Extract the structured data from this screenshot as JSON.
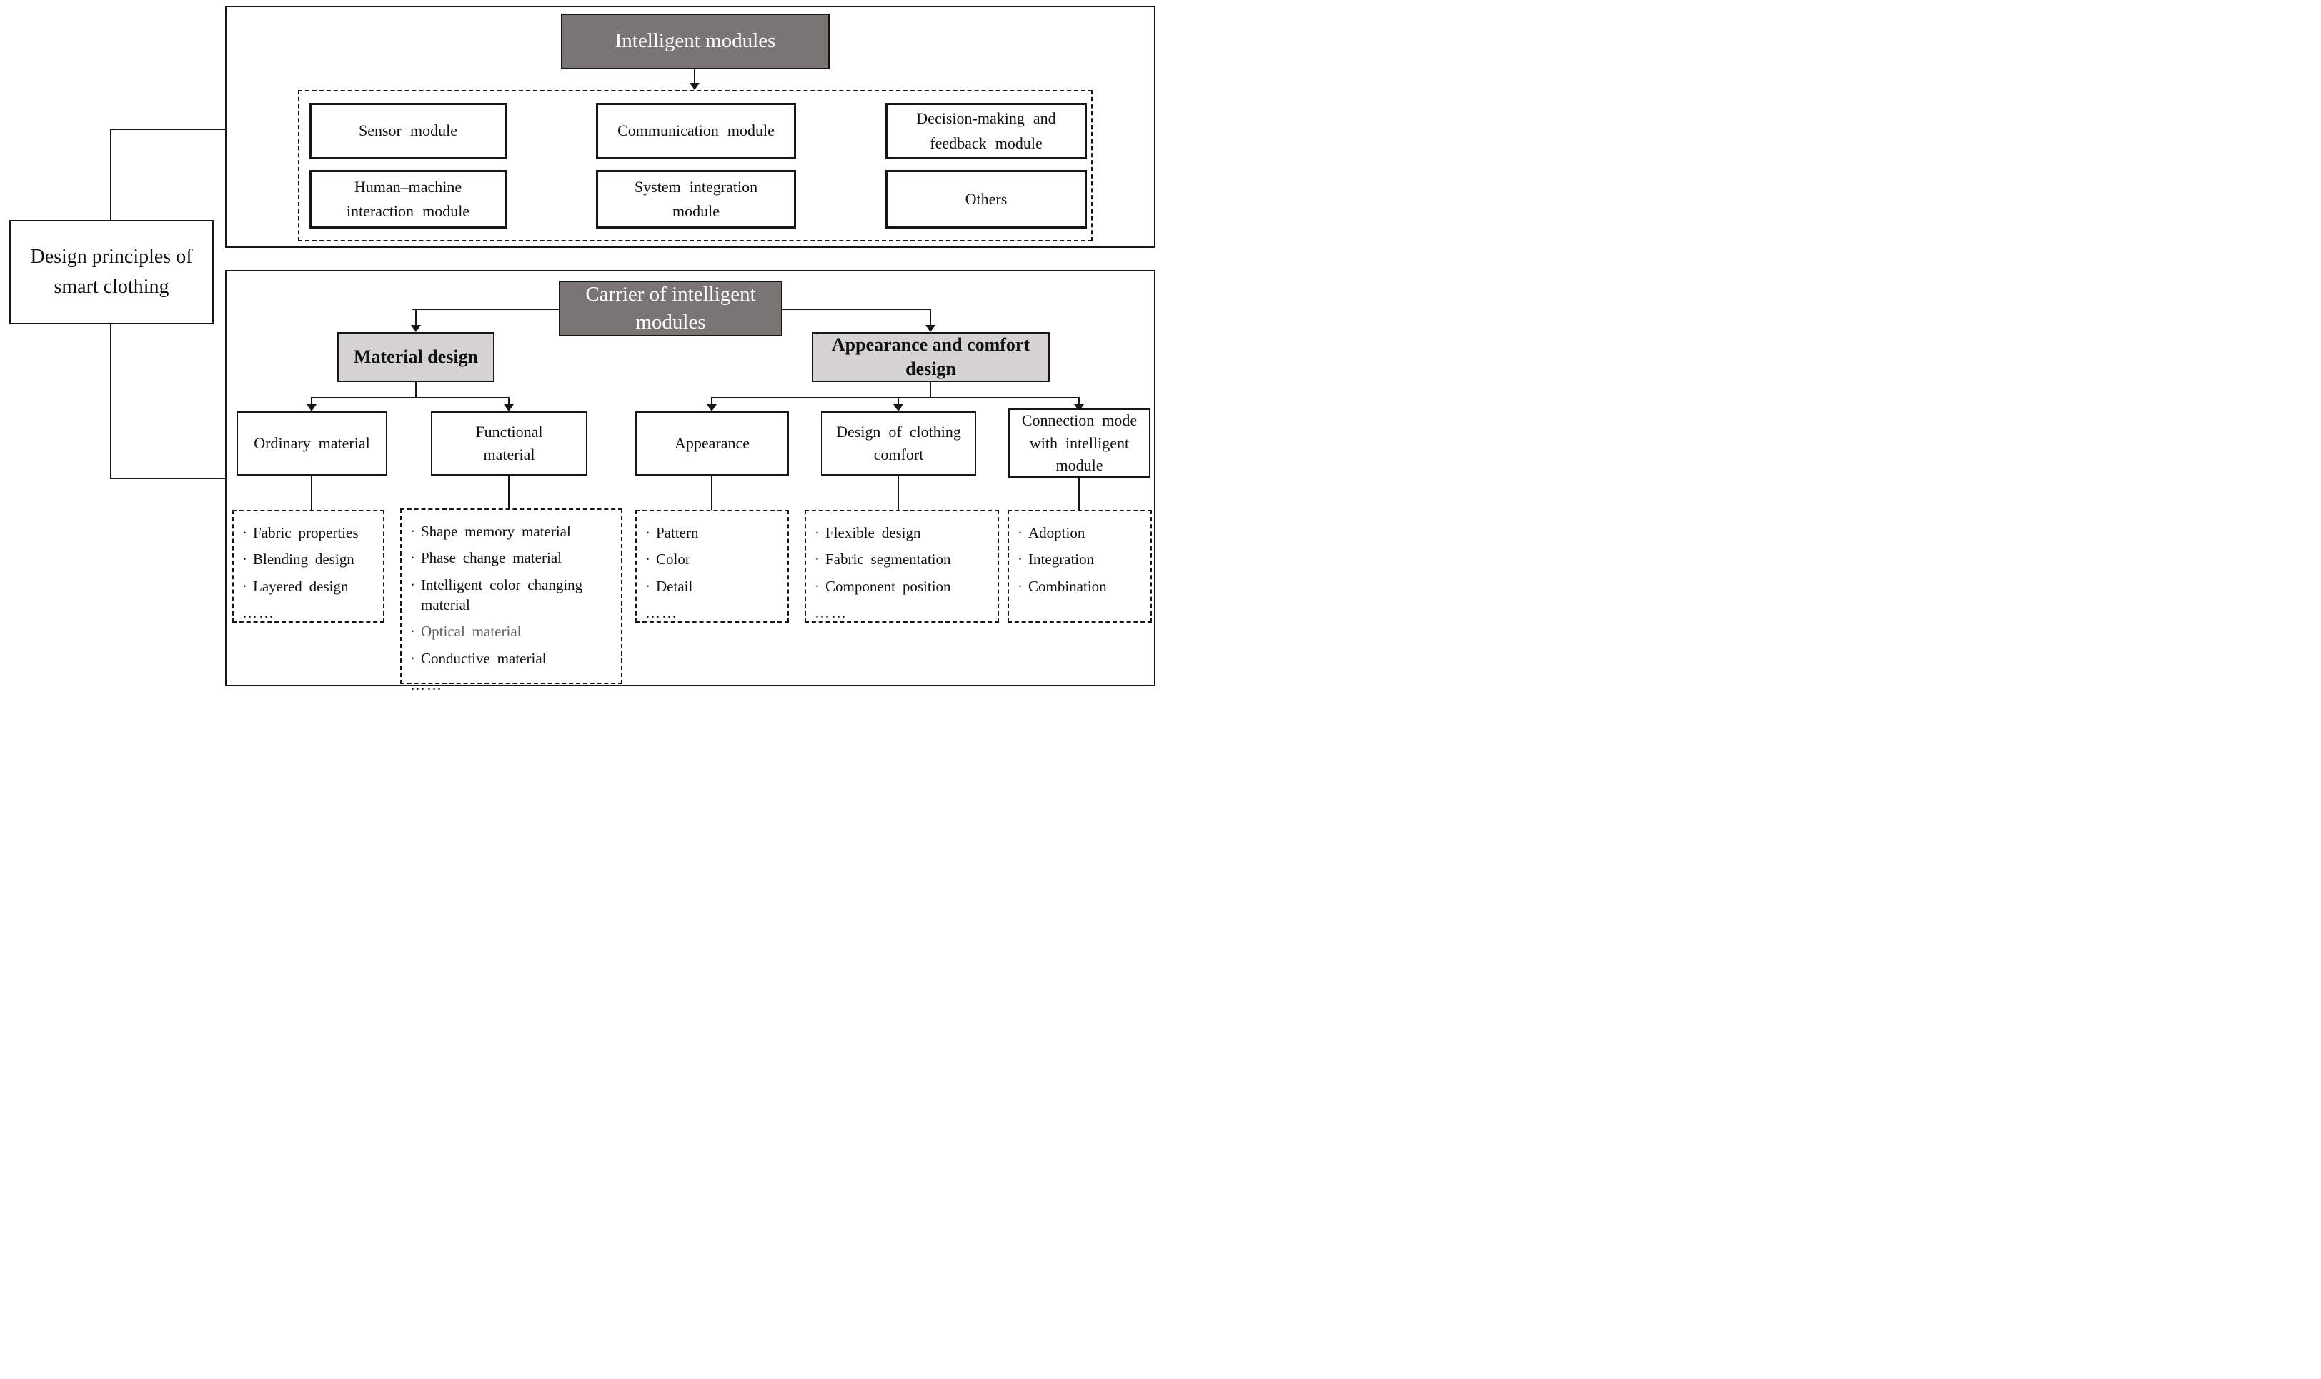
{
  "colors": {
    "dark-fill": "#7a7472",
    "light-fill": "#d4d2d2",
    "line": "#161616",
    "muted": "#5f5f5f"
  },
  "bullet_char": "·",
  "root": {
    "label": "Design principles of smart clothing"
  },
  "modules_section": {
    "title": "Intelligent modules",
    "modules": [
      {
        "label": "Sensor module"
      },
      {
        "label": "Communication module"
      },
      {
        "label": "Decision-making and feedback module"
      },
      {
        "label": "Human–machine interaction module"
      },
      {
        "label": "System integration module"
      },
      {
        "label": "Others"
      }
    ]
  },
  "carrier_section": {
    "title": "Carrier of intelligent modules",
    "branches": [
      {
        "label": "Material design",
        "children": [
          {
            "label": "Ordinary material",
            "items": [
              "Fabric properties",
              "Blending design",
              "Layered design"
            ],
            "ellipsis": "……"
          },
          {
            "label": "Functional material",
            "items": [
              "Shape memory material",
              "Phase change material",
              "Intelligent color changing material",
              "Optical material",
              "Conductive material"
            ],
            "ellipsis": "……"
          }
        ]
      },
      {
        "label": "Appearance and comfort design",
        "children": [
          {
            "label": "Appearance",
            "items": [
              "Pattern",
              "Color",
              "Detail"
            ],
            "ellipsis": "……"
          },
          {
            "label": "Design of clothing comfort",
            "items": [
              "Flexible design",
              "Fabric segmentation",
              "Component position"
            ],
            "ellipsis": "……"
          },
          {
            "label": "Connection mode with intelligent module",
            "items": [
              "Adoption",
              "Integration",
              "Combination"
            ],
            "ellipsis": ""
          }
        ]
      }
    ]
  }
}
